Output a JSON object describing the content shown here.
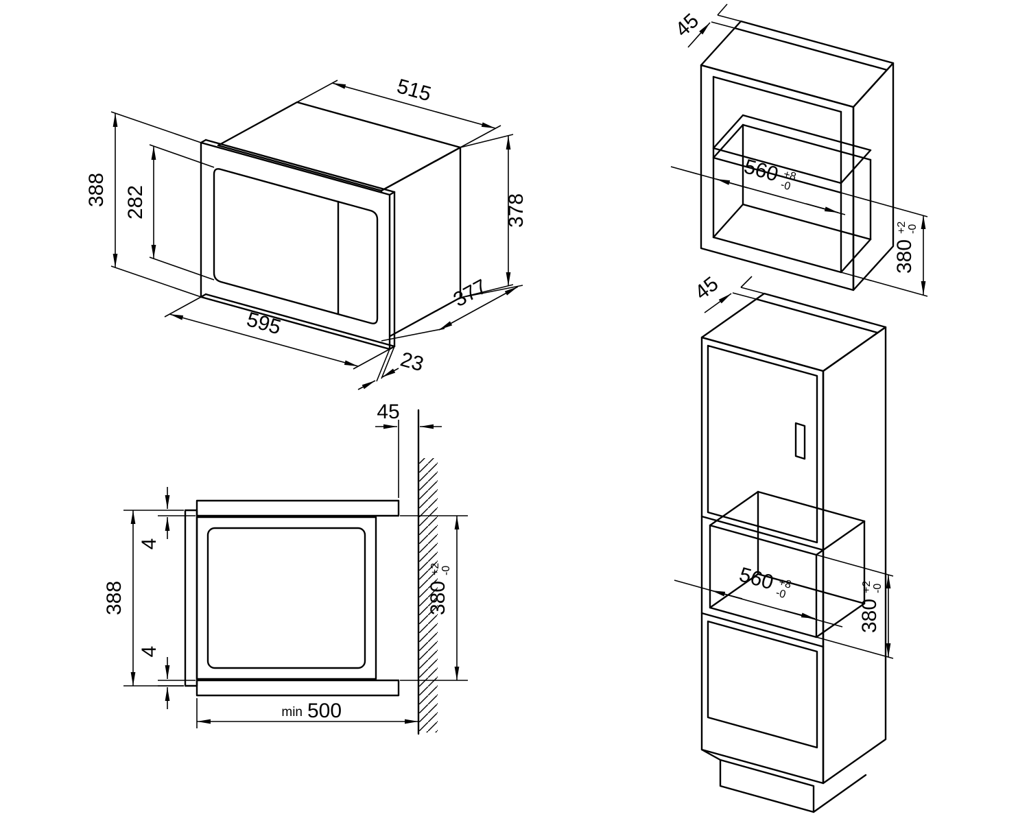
{
  "colors": {
    "background": "#ffffff",
    "line": "#000000"
  },
  "views": {
    "appliance": {
      "dims": {
        "width_body": "515",
        "height_front": "388",
        "height_window": "282",
        "height_body": "378",
        "width_front": "595",
        "depth_body": "377",
        "frame_depth": "23"
      }
    },
    "upper_cabinet": {
      "dims": {
        "rear_gap": "45",
        "niche_width": {
          "value": "560",
          "plus": "+8",
          "minus": "-0"
        },
        "niche_height": {
          "value": "380",
          "plus": "+2",
          "minus": "-0"
        }
      }
    },
    "section": {
      "dims": {
        "rear_gap": "45",
        "overlap_top": "4",
        "overlap_bottom": "4",
        "door_height": "388",
        "depth_min_label": "min",
        "depth_min": "500",
        "niche_height": {
          "value": "380",
          "plus": "+2",
          "minus": "-0"
        }
      }
    },
    "tall_cabinet": {
      "dims": {
        "rear_gap": "45",
        "niche_height": {
          "value": "380",
          "plus": "+2",
          "minus": "-0"
        },
        "niche_width": {
          "value": "560",
          "plus": "+8",
          "minus": "-0"
        }
      }
    }
  }
}
